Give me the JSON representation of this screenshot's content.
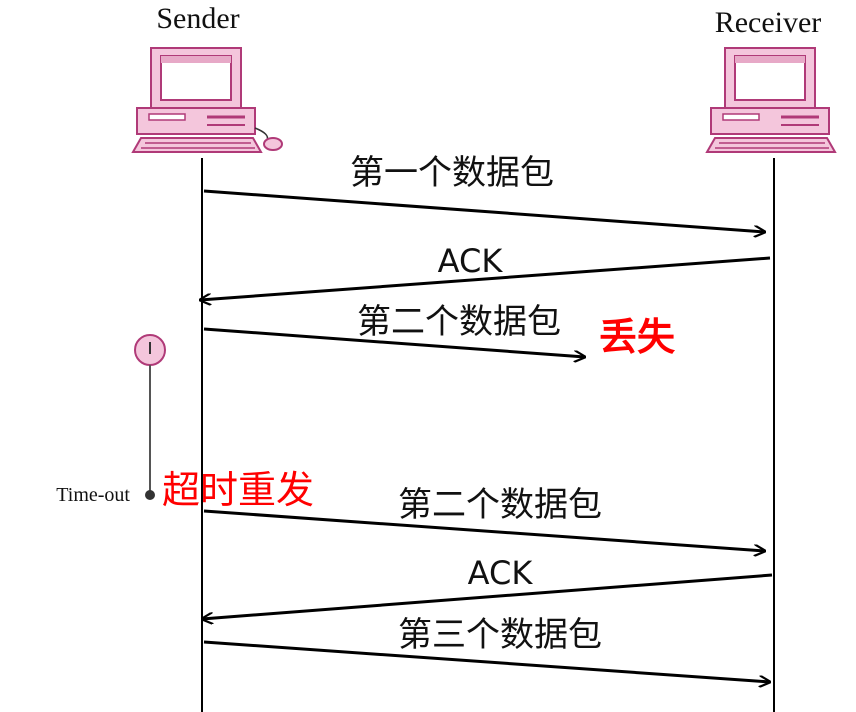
{
  "participants": {
    "sender": "Sender",
    "receiver": "Receiver"
  },
  "messages": [
    {
      "label": "第一个数据包",
      "direction": "sender-to-receiver",
      "lost": false
    },
    {
      "label": "ACK",
      "direction": "receiver-to-sender",
      "lost": false
    },
    {
      "label": "第二个数据包",
      "direction": "sender-to-receiver",
      "lost": true
    },
    {
      "label": "第二个数据包",
      "direction": "sender-to-receiver",
      "lost": false
    },
    {
      "label": "ACK",
      "direction": "receiver-to-sender",
      "lost": false
    },
    {
      "label": "第三个数据包",
      "direction": "sender-to-receiver",
      "lost": false
    }
  ],
  "loss_label": "丢失",
  "timer": {
    "label": "Time-out",
    "annotation": "超时重发"
  },
  "colors": {
    "computer_fill": "#f4c6dc",
    "computer_edge": "#b03a78",
    "highlight": "#ff0000",
    "line": "#000000",
    "timer_line": "#555555"
  }
}
